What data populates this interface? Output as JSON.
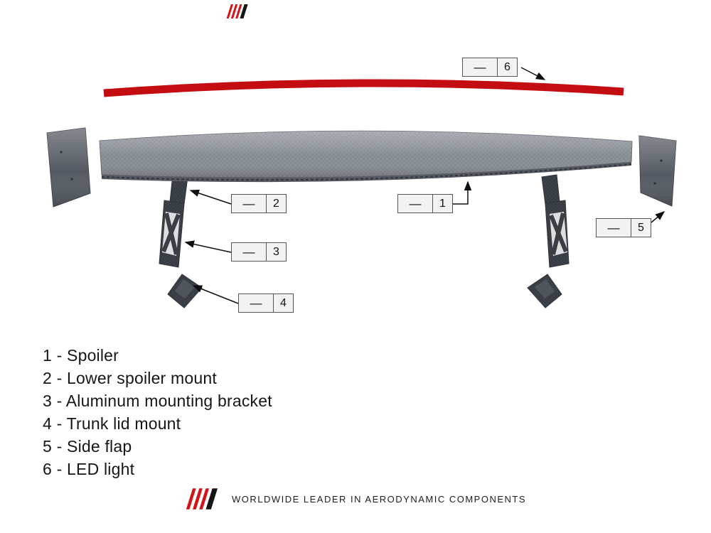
{
  "diagram": {
    "callouts": {
      "c1": {
        "dash": "—",
        "num": "1"
      },
      "c2": {
        "dash": "—",
        "num": "2"
      },
      "c3": {
        "dash": "—",
        "num": "3"
      },
      "c4": {
        "dash": "—",
        "num": "4"
      },
      "c5": {
        "dash": "—",
        "num": "5"
      },
      "c6": {
        "dash": "—",
        "num": "6"
      }
    }
  },
  "legend": {
    "items": [
      {
        "text": "1 - Spoiler"
      },
      {
        "text": "2 - Lower spoiler mount"
      },
      {
        "text": "3 - Aluminum mounting bracket"
      },
      {
        "text": "4 - Trunk lid mount"
      },
      {
        "text": "5 - Side flap"
      },
      {
        "text": "6 - LED light"
      }
    ]
  },
  "footer": {
    "tagline": "WORLDWIDE LEADER IN AERODYNAMIC COMPONENTS"
  },
  "colors": {
    "led_red": "#c40d10",
    "logo_red": "#d41217",
    "logo_black": "#151515",
    "spoiler_gray": "#8d929a",
    "bracket_dark": "#3f434a"
  }
}
